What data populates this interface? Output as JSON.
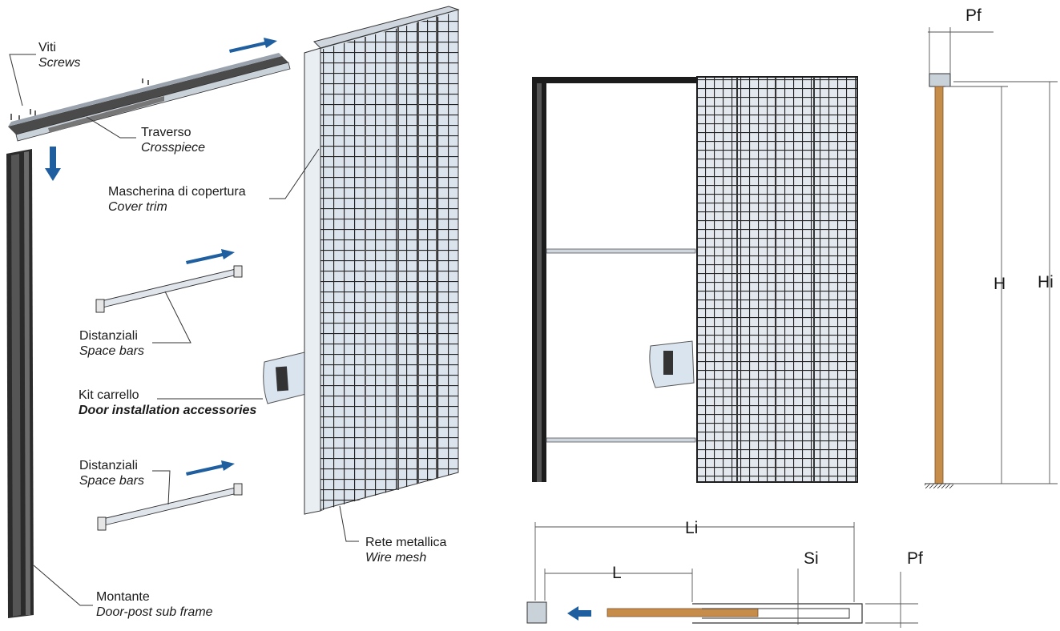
{
  "labels": {
    "screws": {
      "it": "Viti",
      "en": "Screws"
    },
    "crosspiece": {
      "it": "Traverso",
      "en": "Crosspiece"
    },
    "cover_trim": {
      "it": "Mascherina di copertura",
      "en": "Cover trim"
    },
    "space_bars_1": {
      "it": "Distanziali",
      "en": "Space bars"
    },
    "kit": {
      "it": "Kit carrello",
      "en": "Door installation accessories"
    },
    "space_bars_2": {
      "it": "Distanziali",
      "en": "Space bars"
    },
    "wire_mesh": {
      "it": "Rete metallica",
      "en": "Wire mesh"
    },
    "door_post": {
      "it": "Montante",
      "en": "Door-post sub frame"
    }
  },
  "dimensions": {
    "pf_top": "Pf",
    "h": "H",
    "hi": "Hi",
    "li": "Li",
    "l": "L",
    "si": "Si",
    "pf_bottom": "Pf"
  },
  "colors": {
    "arrow": "#1f5fa0",
    "wood": "#c68d4a",
    "frame_dark": "#1c1c1c",
    "mesh": "#2a2a2a",
    "metal_light": "#dde3ea"
  }
}
